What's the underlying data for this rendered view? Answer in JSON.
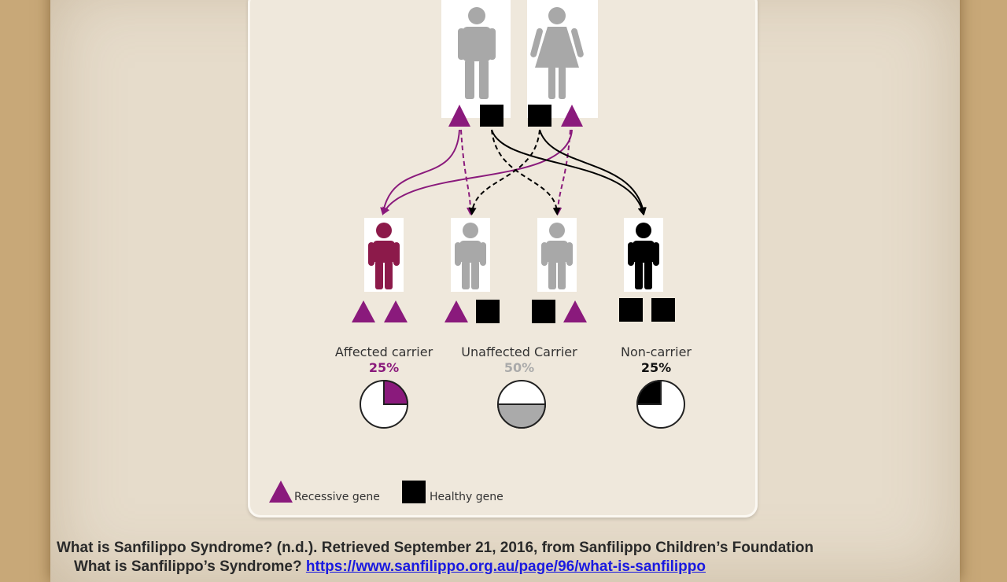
{
  "colors": {
    "recessive": "#8a1a7c",
    "healthy": "#000000",
    "carrier_gray": "#a8a8a8",
    "affected": "#8c1a4a"
  },
  "categories": [
    {
      "label": "Affected carrier",
      "percent": "25%",
      "fraction": 0.25,
      "color": "#8a1a7c"
    },
    {
      "label": "Unaffected Carrier",
      "percent": "50%",
      "fraction": 0.5,
      "color": "#aaaaaa"
    },
    {
      "label": "Non-carrier",
      "percent": "25%",
      "fraction": 0.25,
      "color": "#000000"
    }
  ],
  "legend": {
    "recessive": "Recessive gene",
    "healthy": "Healthy gene"
  },
  "citation": {
    "line1": "What is Sanfilippo Syndrome? (n.d.). Retrieved September 21, 2016, from Sanfilippo Children’s Foundation",
    "line2_prefix": "What is Sanfilippo’s Syndrome? ",
    "line2_link": "https://www.sanfilippo.org.au/page/96/what-is-sanfilippo"
  }
}
